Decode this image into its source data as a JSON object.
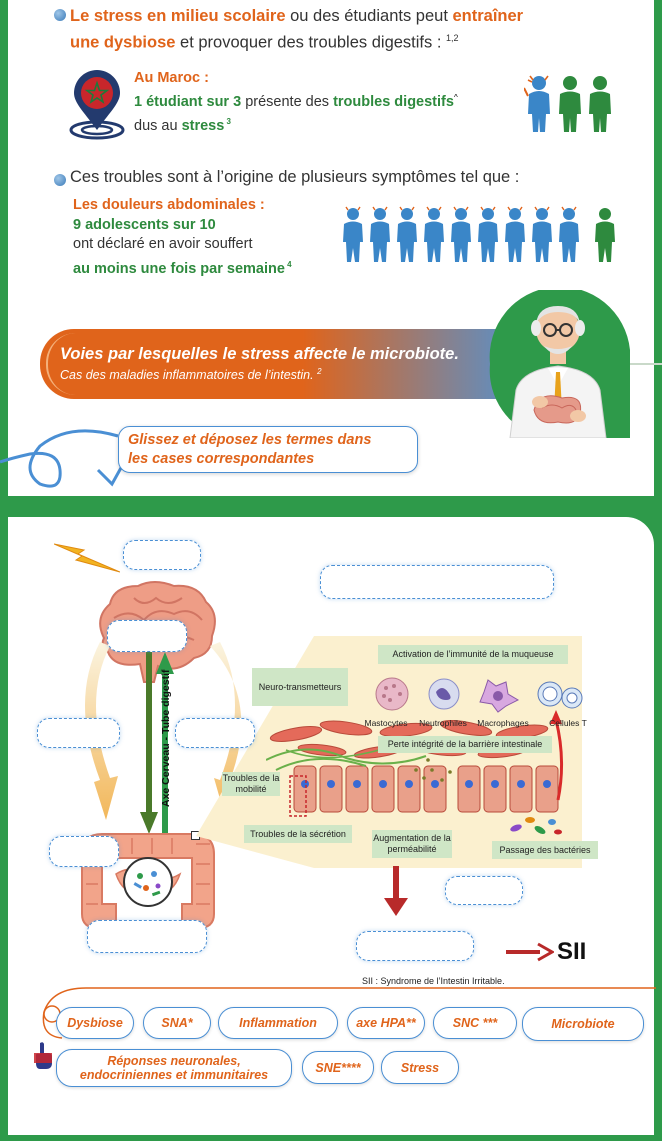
{
  "intro": {
    "p1_orange1": "Le stress en milieu scolaire",
    "p1_dark1": " ou des étudiants peut ",
    "p1_orange2": "entraîner",
    "p1_orange3": "une dysbiose",
    "p1_dark2": " et provoquer des troubles digestifs : ",
    "p1_ref": "1,2"
  },
  "maroc": {
    "title": "Au Maroc :",
    "line1_green1": "1 étudiant sur 3",
    "line1_dark": " présente des ",
    "line1_green2": "troubles digestifs",
    "line1_ref": "^",
    "line2_dark": "dus au ",
    "line2_green": "stress",
    "line2_ref": " 3"
  },
  "symptoms": {
    "intro": "Ces troubles sont à l’origine de plusieurs symptômes tel que :",
    "title": "Les douleurs abdominales :",
    "count": "9 adolescents sur 10",
    "line": "ont déclaré en avoir souffert",
    "freq": "au moins une fois par semaine",
    "ref": " 4"
  },
  "banner": {
    "title": "Voies par lesquelles le stress affecte le microbiote.",
    "subtitle": "Cas des maladies inflammatoires de l’intestin. ",
    "ref": "2"
  },
  "instruction": {
    "line1": "Glissez et déposez les termes dans",
    "line2": "les cases correspondantes"
  },
  "diagram": {
    "axis_label": "Axe Cerveau - Tube digestif",
    "labels": {
      "neuro": "Neuro-transmetteurs",
      "activation": "Activation de l’immunité de la muqueuse",
      "perte": "Perte intégrité de la barrière intestinale",
      "mobilite": "Troubles de la mobilité",
      "secretion": "Troubles de la sécrétion",
      "permeabilite": "Augmentation de la perméabilité",
      "passage": "Passage des bactéries"
    },
    "cells": [
      "Mastocytes",
      "Neutrophiles",
      "Macrophages",
      "Cellules T"
    ],
    "sii": "SII",
    "footnote": "SII : Syndrome de l’Intestin Irritable."
  },
  "terms": [
    "Dysbiose",
    "SNA*",
    "Inflammation",
    "axe HPA**",
    "SNC ***",
    "Microbiote",
    "Réponses neuronales, endocriniennes et immunitaires",
    "SNE****",
    "Stress"
  ],
  "colors": {
    "green": "#2e9a4a",
    "orange": "#e0641b",
    "blue": "#4a8fd4"
  }
}
